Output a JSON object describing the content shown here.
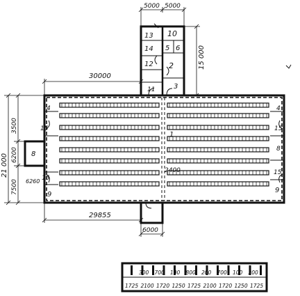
{
  "dimensions": {
    "top_width_left": "5000",
    "top_width_right": "5000",
    "wing_height": "15 000",
    "hall_width": "30000",
    "hall_depth_total": "21 000",
    "side_seg_top": "3500",
    "side_seg_mid": "6200",
    "side_seg_bottom": "7500",
    "vestibule": "6260",
    "center_spacing": "2400",
    "bottom_offset": "29855",
    "bottom_wing": "6000"
  },
  "rooms": {
    "r13": "13",
    "r10": "10",
    "r14": "14",
    "r5": "5",
    "r6": "6",
    "r12": "12",
    "r2": "2",
    "r11": "11",
    "r3": "3",
    "r4a": "4",
    "r4b": "4",
    "r15a": "15",
    "r15b": "15",
    "r15c": "15",
    "r15d": "15",
    "r8a": "8",
    "r8b": "8",
    "r9a": "9",
    "r9b": "9",
    "r1": "1"
  },
  "detail_strip": {
    "top": [
      "300",
      "700",
      "100",
      "800",
      "200",
      "700",
      "100",
      "200"
    ],
    "bottom": [
      "1725",
      "2100",
      "1720",
      "1250",
      "1725",
      "2100",
      "1720",
      "1250",
      "1725"
    ]
  }
}
